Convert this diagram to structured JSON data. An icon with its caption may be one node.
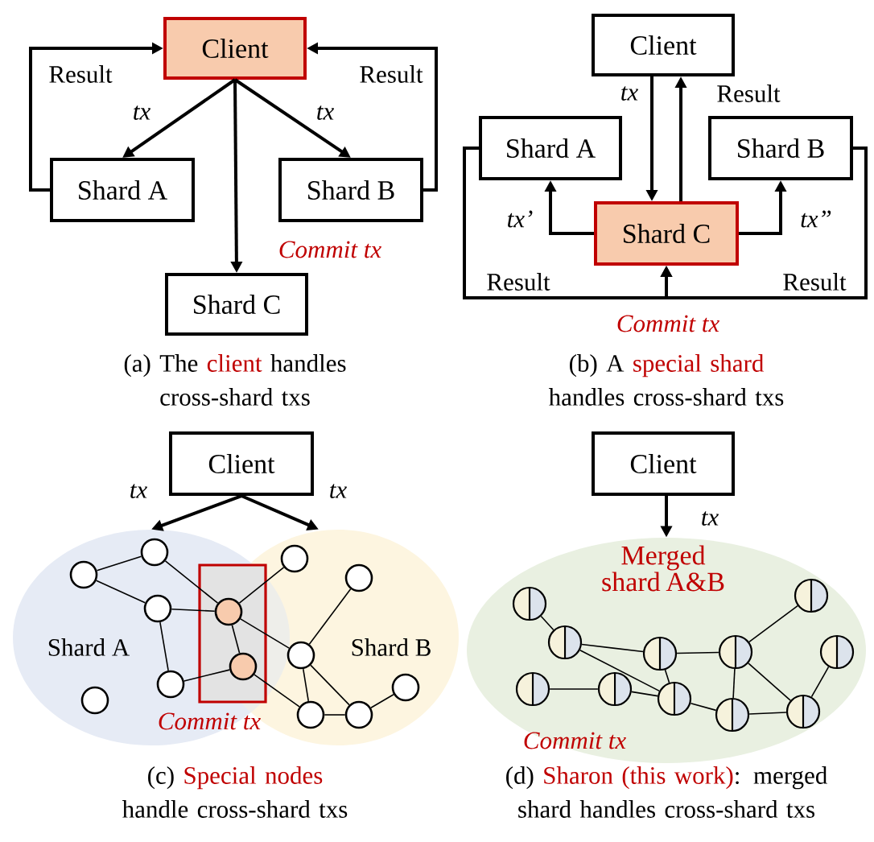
{
  "diagram": {
    "nodes": [
      {
        "text": [
          "Client"
        ]
      },
      {
        "text": [
          "Shard A"
        ]
      },
      {
        "text": [
          "Shard B"
        ]
      },
      {
        "text": [
          "Shard C"
        ]
      },
      {
        "text": [
          "Client"
        ]
      },
      {
        "text": [
          "Shard A"
        ]
      },
      {
        "text": [
          "Shard B"
        ]
      },
      {
        "text": [
          "Shard C"
        ]
      },
      {
        "text": [
          "Client"
        ]
      },
      {
        "text": [
          "Shard A"
        ]
      },
      {
        "text": [
          "Shard B"
        ]
      },
      {
        "text": [],
        "shape": "circle",
        "in": 9
      },
      {
        "text": [],
        "shape": "circle",
        "in": 9
      },
      {
        "text": [],
        "shape": "circle",
        "in": 9
      },
      {
        "text": [],
        "shape": "circle"
      },
      {
        "text": [],
        "shape": "circle"
      },
      {
        "text": [],
        "shape": "circle",
        "in": 9
      },
      {
        "text": [],
        "shape": "circle",
        "in": 9
      },
      {
        "text": [],
        "shape": "circle",
        "in": 10
      },
      {
        "text": [],
        "shape": "circle",
        "in": 10
      },
      {
        "text": [],
        "shape": "circle",
        "in": 10
      },
      {
        "text": [],
        "shape": "circle",
        "in": 10
      },
      {
        "text": [],
        "shape": "circle",
        "in": 10
      },
      {
        "text": [],
        "shape": "circle",
        "in": 10
      },
      {
        "text": [
          "Client"
        ]
      },
      {
        "text": [
          "Merged shard A&B",
          "Commit tx"
        ]
      },
      {
        "text": [],
        "shape": "circle",
        "in": 25
      },
      {
        "text": [],
        "shape": "circle",
        "in": 25
      },
      {
        "text": [],
        "shape": "circle",
        "in": 25
      },
      {
        "text": [],
        "shape": "circle",
        "in": 25
      },
      {
        "text": [],
        "shape": "circle",
        "in": 25
      },
      {
        "text": [],
        "shape": "circle",
        "in": 25
      },
      {
        "text": [],
        "shape": "circle",
        "in": 25
      },
      {
        "text": [],
        "shape": "circle",
        "in": 25
      },
      {
        "text": [],
        "shape": "circle",
        "in": 25
      },
      {
        "text": [],
        "shape": "circle",
        "in": 25
      },
      {
        "text": [],
        "shape": "circle",
        "in": 25
      }
    ],
    "edges": [
      {
        "from": 0,
        "to": 1,
        "arrow": "to",
        "label": "tx"
      },
      {
        "from": 0,
        "to": 2,
        "arrow": "to",
        "label": "tx"
      },
      {
        "from": 0,
        "to": 3,
        "arrow": "to",
        "label": "Commit tx"
      },
      {
        "from": 1,
        "to": 0,
        "arrow": "to",
        "label": "Result"
      },
      {
        "from": 2,
        "to": 0,
        "arrow": "to",
        "label": "Result"
      },
      {
        "from": 4,
        "to": 7,
        "arrow": "to",
        "label": "tx"
      },
      {
        "from": 7,
        "to": 4,
        "arrow": "to",
        "label": "Result"
      },
      {
        "from": 7,
        "to": 5,
        "arrow": "to",
        "label": "tx’"
      },
      {
        "from": 7,
        "to": 6,
        "arrow": "to",
        "label": "tx”"
      },
      {
        "from": 5,
        "to": 7,
        "arrow": "to",
        "label": "Result"
      },
      {
        "from": 6,
        "to": 7,
        "arrow": "to",
        "label": "Result"
      },
      {
        "from": 8,
        "to": 9,
        "arrow": "to",
        "label": "tx"
      },
      {
        "from": 8,
        "to": 10,
        "arrow": "to",
        "label": "tx"
      },
      {
        "from": 11,
        "to": 12,
        "arrow": "none"
      },
      {
        "from": 11,
        "to": 13,
        "arrow": "none"
      },
      {
        "from": 12,
        "to": 14,
        "arrow": "none"
      },
      {
        "from": 13,
        "to": 14,
        "arrow": "none"
      },
      {
        "from": 13,
        "to": 17,
        "arrow": "none"
      },
      {
        "from": 17,
        "to": 15,
        "arrow": "none"
      },
      {
        "from": 14,
        "to": 15,
        "arrow": "none"
      },
      {
        "from": 14,
        "to": 18,
        "arrow": "none"
      },
      {
        "from": 14,
        "to": 20,
        "arrow": "none"
      },
      {
        "from": 15,
        "to": 21,
        "arrow": "none"
      },
      {
        "from": 19,
        "to": 20,
        "arrow": "none"
      },
      {
        "from": 20,
        "to": 21,
        "arrow": "none"
      },
      {
        "from": 20,
        "to": 22,
        "arrow": "none"
      },
      {
        "from": 21,
        "to": 22,
        "arrow": "none"
      },
      {
        "from": 22,
        "to": 23,
        "arrow": "none"
      },
      {
        "from": 24,
        "to": 25,
        "arrow": "to",
        "label": "tx"
      },
      {
        "from": 26,
        "to": 27,
        "arrow": "none"
      },
      {
        "from": 27,
        "to": 28,
        "arrow": "none"
      },
      {
        "from": 27,
        "to": 34,
        "arrow": "none"
      },
      {
        "from": 28,
        "to": 29,
        "arrow": "none"
      },
      {
        "from": 28,
        "to": 34,
        "arrow": "none"
      },
      {
        "from": 29,
        "to": 30,
        "arrow": "none"
      },
      {
        "from": 29,
        "to": 35,
        "arrow": "none"
      },
      {
        "from": 29,
        "to": 36,
        "arrow": "none"
      },
      {
        "from": 32,
        "to": 33,
        "arrow": "none"
      },
      {
        "from": 33,
        "to": 34,
        "arrow": "none"
      },
      {
        "from": 34,
        "to": 35,
        "arrow": "none"
      },
      {
        "from": 35,
        "to": 36,
        "arrow": "none"
      },
      {
        "from": 36,
        "to": 31,
        "arrow": "none"
      }
    ],
    "labels": [
      "Commit tx",
      "(a) The",
      "client",
      "handles cross-shard txs",
      "(b) A",
      "special shard",
      "handles cross-shard txs",
      "Commit tx",
      "(c)",
      "Special nodes",
      "handle cross-shard txs",
      "(d)",
      "Sharon (this work)",
      ": merged shard handles cross-shard txs"
    ]
  }
}
